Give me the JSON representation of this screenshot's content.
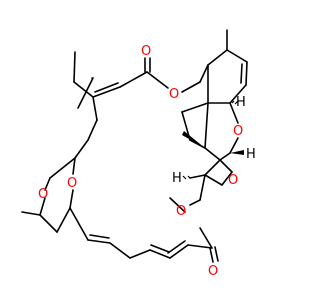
{
  "structure": {
    "colors": {
      "bond": "#000000",
      "oxygen": "#ff0000",
      "hydrogen": "#000000",
      "background": "#ffffff"
    },
    "atom_labels": {
      "o_carbonyl_top": "O",
      "o_ester_top": "O",
      "o_pyran_ring": "O",
      "o_epoxide": "O",
      "o_ester_bottom": "O",
      "o_carbonyl_bottom": "O",
      "o_ketal_left": "O",
      "o_ketal_right": "O",
      "h_ring_junction": "H",
      "h_bridge_right": "H",
      "h_bridge_left": "H"
    }
  }
}
